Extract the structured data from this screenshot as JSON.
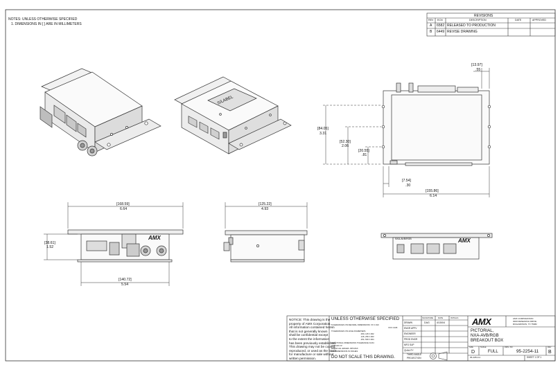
{
  "notes": {
    "line1": "NOTES: UNLESS OTHERWISE SPECIFIED",
    "line2": "1. DIMENSIONS IN [ ] ARE IN MILLIMETERS"
  },
  "revisions": {
    "title": "REVISIONS",
    "headers": [
      "REV",
      "ECN",
      "DESCRIPTION",
      "DATE",
      "APPROVED"
    ],
    "rows": [
      {
        "rev": "A",
        "ecn": "6582",
        "description": "RELEASED TO PRODUCTION",
        "date": "",
        "approved": ""
      },
      {
        "rev": "B",
        "ecn": "6449",
        "description": "REVISE DRAWING",
        "date": "",
        "approved": ""
      }
    ]
  },
  "iso_view": {
    "label": "S/LABEL"
  },
  "dimensions": {
    "top_right_13_97": {
      "mm": "[13.97]",
      "in": ".55"
    },
    "height_84_05": {
      "mm": "[84.05]",
      "in": "3.31"
    },
    "height_52_30": {
      "mm": "[52.30]",
      "in": "2.06"
    },
    "height_20_55": {
      "mm": "[20.55]",
      "in": ".81"
    },
    "width_7_54": {
      "mm": "[7.54]",
      "in": ".30"
    },
    "width_155_86": {
      "mm": "[155.86]",
      "in": "6.14"
    },
    "width_168_59": {
      "mm": "[168.59]",
      "in": "6.64"
    },
    "height_38_61": {
      "mm": "[38.61]",
      "in": "1.52"
    },
    "width_140_72": {
      "mm": "[140.72]",
      "in": "5.54"
    },
    "width_125_22": {
      "mm": "[125.22]",
      "in": "4.93"
    }
  },
  "front_view": {
    "logo": "AMX"
  },
  "rear_view": {
    "label": "NXA-AVB/RGB",
    "logo": "AMX"
  },
  "title_block": {
    "notice": [
      "NOTICE:  This drawing is the",
      "property of AMX Corporation.",
      "All information contained herein",
      "that is not generally known",
      "shall be confidential except",
      "to the extent the information",
      "has been previously established.",
      "This drawing may not be copied,",
      "reproduced, or used as the basis",
      "for manufacture or sale without",
      "written permission."
    ],
    "unless_specified": "UNLESS OTHERWISE SPECIFIED",
    "tolerances": [
      "TOLERANCES ON DECIMAL DIMENSIONS:  XX ±.010",
      "XXX ±.005",
      "TOLERANCES ON HOLE DIAMETERS",
      ".000-.125 ±.002",
      ".126-.250 ±.003",
      ".251-.500 ±.004",
      "FRACTIONAL DIMENSIONS TOLERANCE ±1/64",
      "ANGLES ±1°",
      "BREAK ALL EDGES .005 MAX",
      "ALL DIMENSIONS IN INCHES"
    ],
    "do_not_scale": "DO NOT SCALE THIS DRAWING.",
    "sig_headers": [
      "SIGNATURE",
      "DATE",
      "INITIALS"
    ],
    "sig_rows": [
      {
        "role": "DRAWN",
        "sig": "DAG",
        "date": "4/15/04"
      },
      {
        "role": "ENGR APPV",
        "sig": "",
        "date": ""
      },
      {
        "role": "ENGINEER",
        "sig": "",
        "date": ""
      },
      {
        "role": "PROD ENGR",
        "sig": "",
        "date": ""
      },
      {
        "role": "MFG SUP",
        "sig": "",
        "date": ""
      },
      {
        "role": "QUALITY",
        "sig": "",
        "date": ""
      }
    ],
    "third_angle": "THIRD ANGLE",
    "projection": "PROJECTION",
    "company_logo": "AMX",
    "company": [
      "AMX CORPORATION",
      "3000 RESEARCH DRIVE",
      "RICHARDSON, TX 75082"
    ],
    "title": [
      "PICTORIAL,",
      "NXA-AVB/RGB",
      "BREAKOUT BOX"
    ],
    "size_label": "SIZE",
    "size_value": "D",
    "scale_label": "SCALE",
    "scale_value": "FULL",
    "dwg_no_label": "DWG. NO.",
    "dwg_no_value": "95-2254-11",
    "rev_label": "REV",
    "rev_value": "B",
    "cad_file": "95-2254-11",
    "sheet": "SHEET 1 OF 1"
  }
}
